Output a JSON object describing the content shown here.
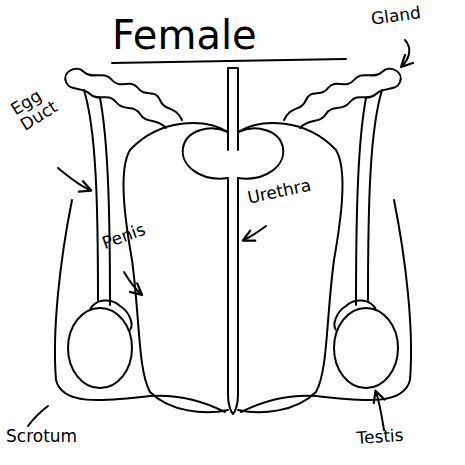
{
  "diagram": {
    "title": "Female",
    "labels": [
      "Gland",
      "Egg Duct",
      "Penis",
      "Urethra",
      "Scrotum",
      "Testis"
    ]
  }
}
